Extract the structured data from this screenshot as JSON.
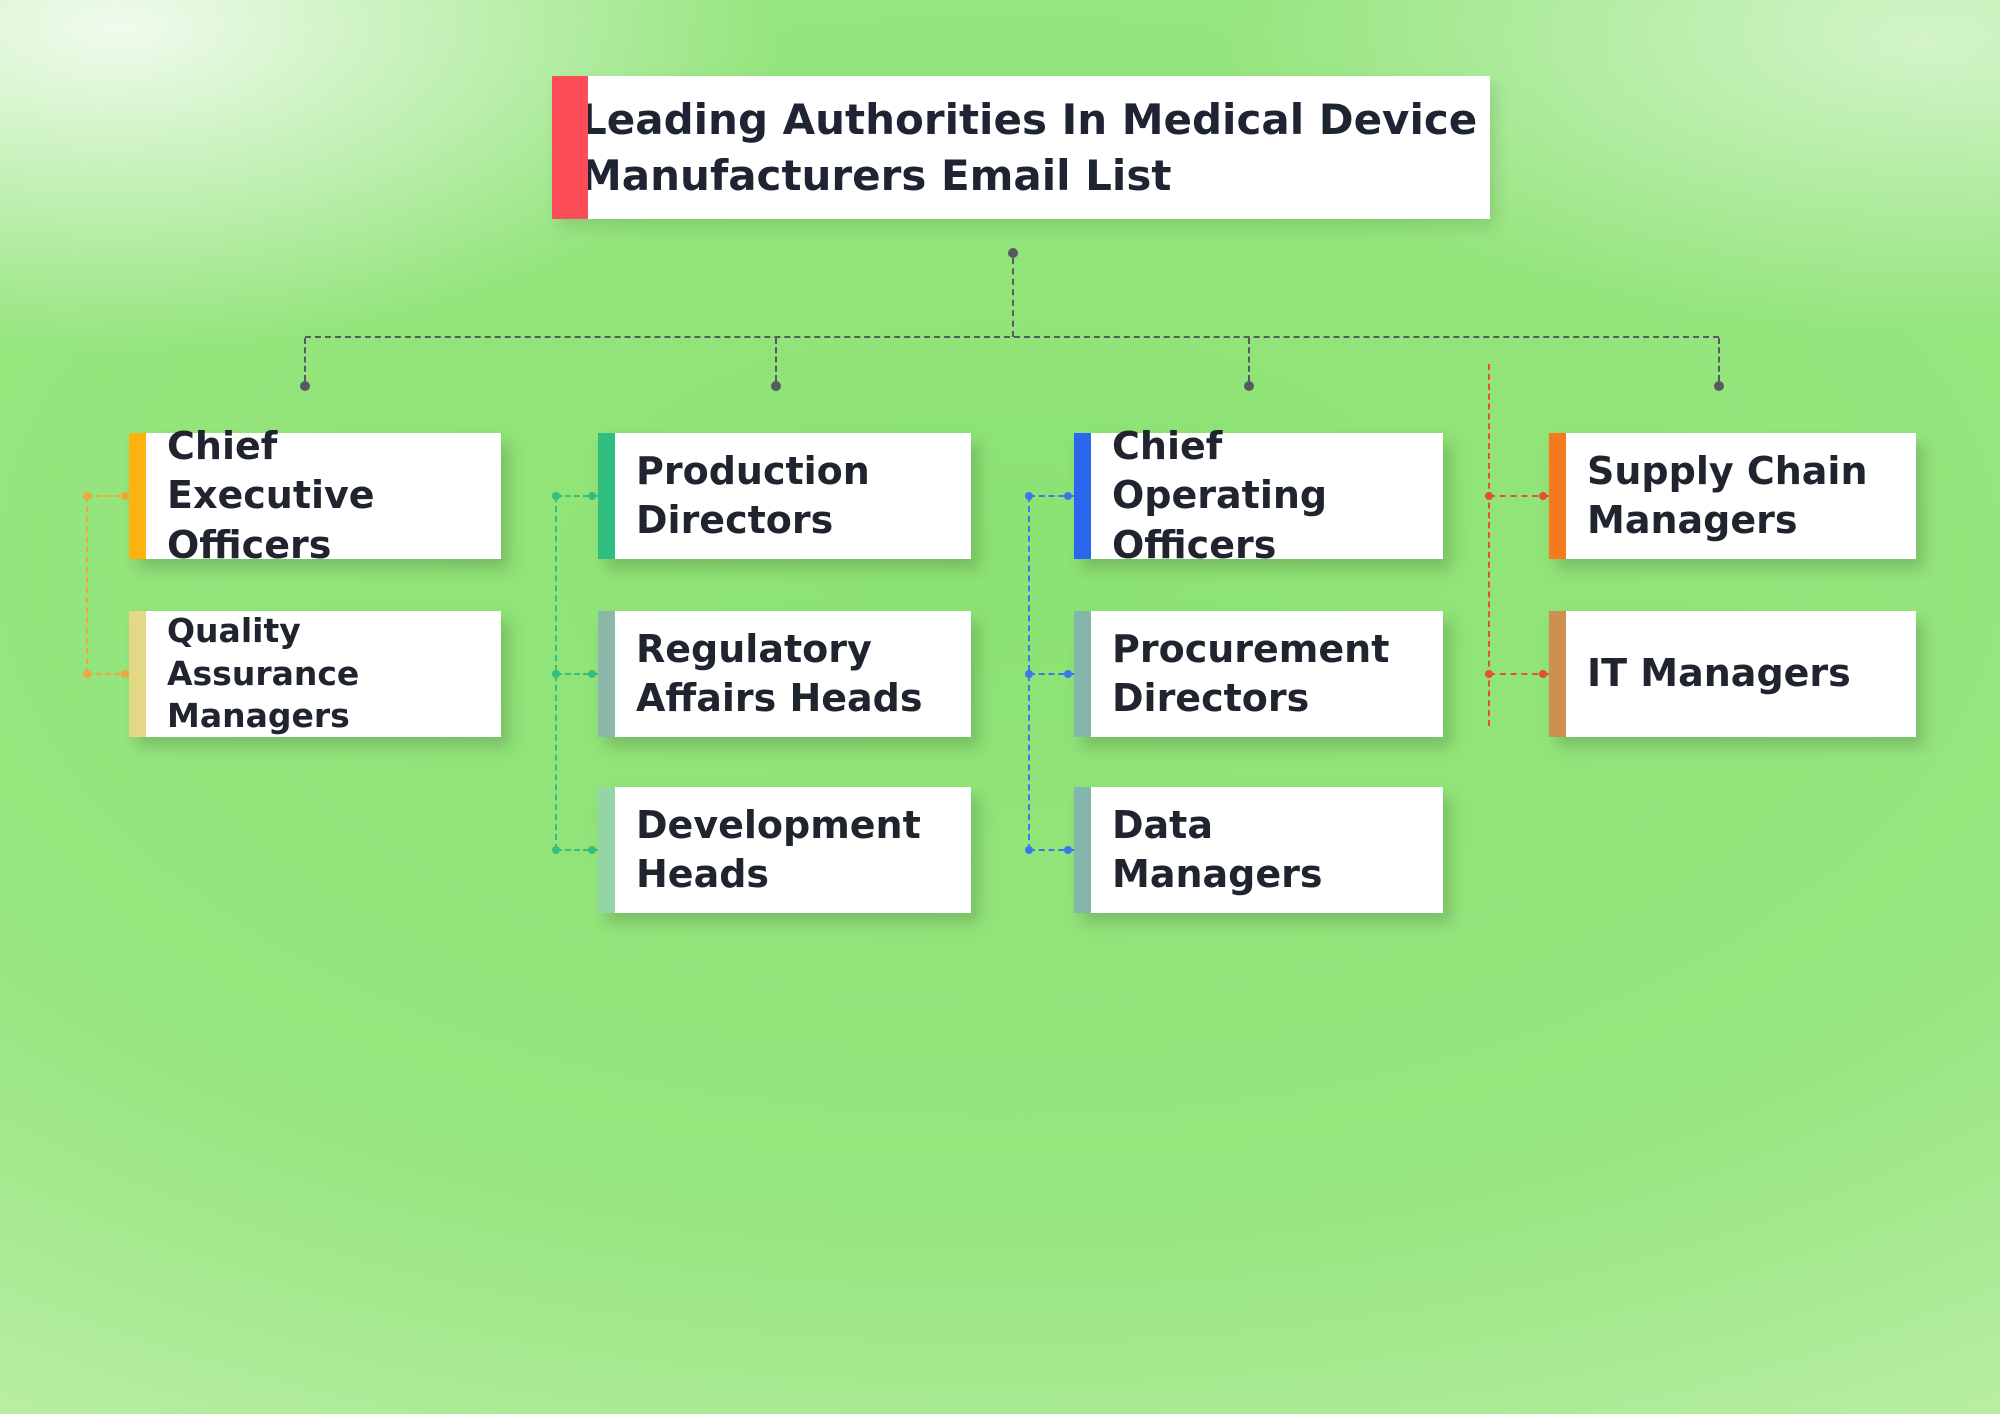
{
  "title": {
    "text": "Leading Authorities In Medical Device Manufacturers Email List",
    "accent_color": "#fb4c57"
  },
  "connectors": {
    "main_color": "#565b60"
  },
  "background_color": "#8ce273",
  "columns": [
    {
      "connector_color": "#f3a73a",
      "nodes": [
        {
          "label": "Chief Executive Officers",
          "accent_color": "#fcb211"
        },
        {
          "label": "Quality Assurance Managers",
          "accent_color": "#e5d885"
        }
      ]
    },
    {
      "connector_color": "#34bf81",
      "nodes": [
        {
          "label": "Production Directors",
          "accent_color": "#2fbe7e"
        },
        {
          "label": "Regulatory Affairs Heads",
          "accent_color": "#8db7aa"
        },
        {
          "label": "Development Heads",
          "accent_color": "#93d5a5"
        }
      ]
    },
    {
      "connector_color": "#3b78ee",
      "nodes": [
        {
          "label": "Chief Operating Officers",
          "accent_color": "#2b66ee"
        },
        {
          "label": "Procurement Directors",
          "accent_color": "#84b6ad"
        },
        {
          "label": "Data Managers",
          "accent_color": "#84b6ad"
        }
      ]
    },
    {
      "connector_color": "#e4512b",
      "nodes": [
        {
          "label": "Supply Chain Managers",
          "accent_color": "#f57a1e"
        },
        {
          "label": "IT Managers",
          "accent_color": "#cd9050"
        }
      ]
    }
  ]
}
